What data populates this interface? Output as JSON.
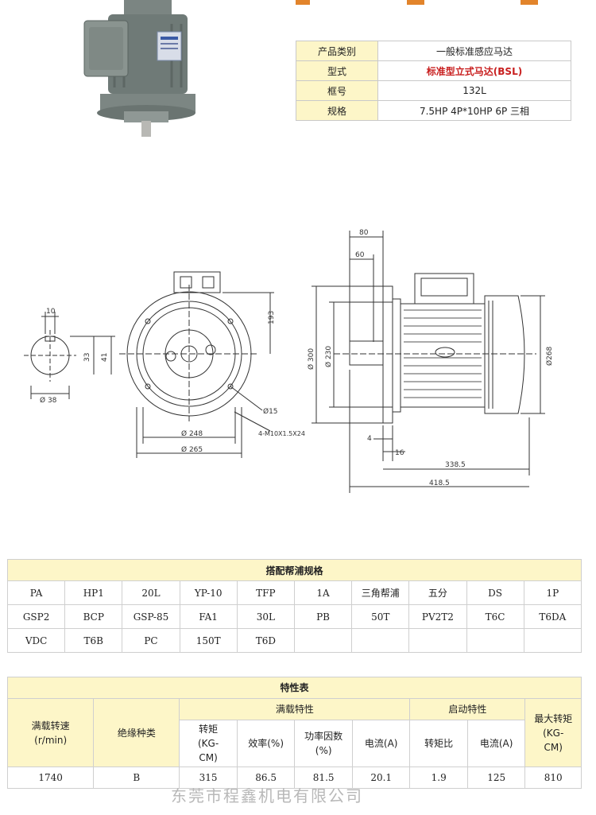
{
  "spec_table": {
    "rows": [
      {
        "key": "产品类别",
        "value": "一般标准感应马达"
      },
      {
        "key": "型式",
        "value": "标准型立式马达(BSL)"
      },
      {
        "key": "框号",
        "value": "132L"
      },
      {
        "key": "规格",
        "value": "7.5HP 4P*10HP 6P 三相"
      }
    ]
  },
  "drawing": {
    "dims": {
      "d10": "10",
      "d33": "33",
      "d41": "41",
      "d38": "Ø 38",
      "d193": "193",
      "d15": "Ø15",
      "d248": "Ø 248",
      "d265": "Ø 265",
      "bolt": "4-M10X1.5X24",
      "d80": "80",
      "d60": "60",
      "d300": "Ø 300",
      "d230": "Ø 230",
      "d268": "Ø268",
      "d4": "4",
      "d16": "16",
      "d338": "338.5",
      "d418": "418.5"
    }
  },
  "pump_table": {
    "title": "搭配帮浦规格",
    "rows": [
      [
        "PA",
        "HP1",
        "20L",
        "YP-10",
        "TFP",
        "1A",
        "三角帮浦",
        "五分",
        "DS",
        "1P"
      ],
      [
        "GSP2",
        "BCP",
        "GSP-85",
        "FA1",
        "30L",
        "PB",
        "50T",
        "PV2T2",
        "T6C",
        "T6DA"
      ],
      [
        "VDC",
        "T6B",
        "PC",
        "150T",
        "T6D",
        "",
        "",
        "",
        "",
        ""
      ]
    ]
  },
  "char_table": {
    "title": "特性表",
    "col_speed": "满载转速\n(r/min)",
    "col_insulation": "绝缘种类",
    "group_full": "满载特性",
    "group_start": "启动特性",
    "col_maxtorque": "最大转矩\n(KG-\nCM)",
    "sub_torque": "转矩\n(KG-\nCM)",
    "sub_eff": "效率(%)",
    "sub_pf": "功率因数\n(%)",
    "sub_current": "电流(A)",
    "sub_start_ratio": "转矩比",
    "sub_start_current": "电流(A)",
    "values": [
      "1740",
      "B",
      "315",
      "86.5",
      "81.5",
      "20.1",
      "1.9",
      "125",
      "810"
    ]
  },
  "watermark": "东莞市程鑫机电有限公司"
}
